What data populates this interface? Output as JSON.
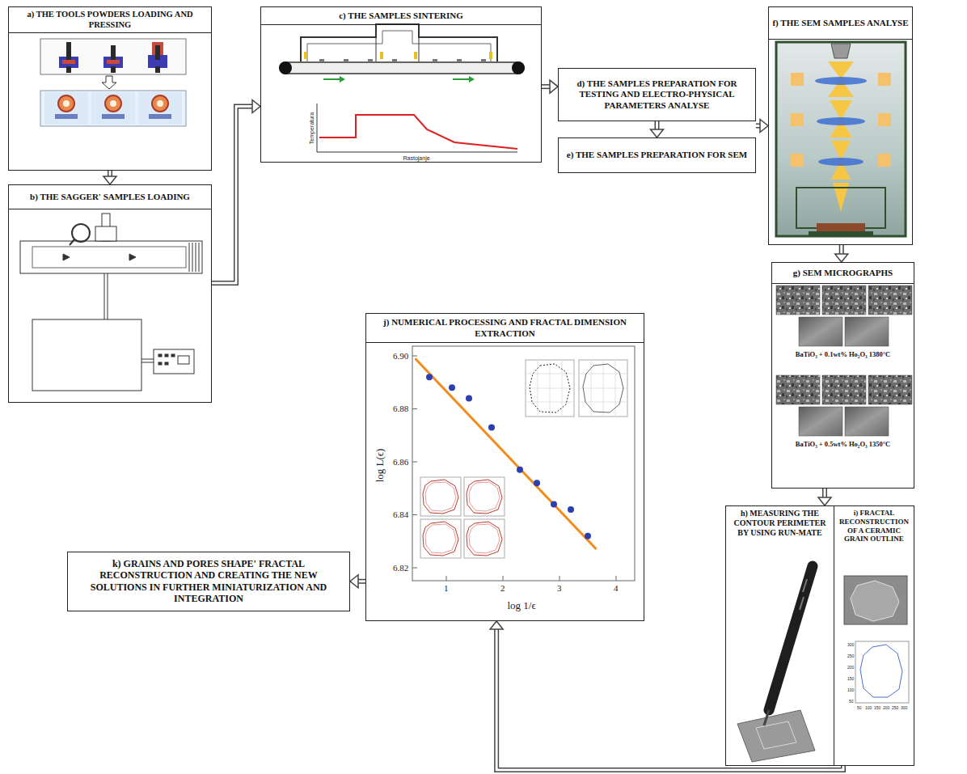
{
  "diagram": {
    "nodes": [
      {
        "text": [
          "a) THE TOOLS POWDERS LOADING AND PRESSING"
        ]
      },
      {
        "text": [
          "b) THE SAGGER' SAMPLES LOADING"
        ]
      },
      {
        "text": [
          "c) THE SAMPLES SINTERING"
        ]
      },
      {
        "text": [
          "d) THE SAMPLES PREPARATION FOR TESTING AND ELECTRO-PHYSICAL PARAMETERS ANALYSE"
        ]
      },
      {
        "text": [
          "e) THE SAMPLES PREPARATION FOR SEM"
        ]
      },
      {
        "text": [
          "f) THE SEM SAMPLES ANALYSE"
        ]
      },
      {
        "text": [
          "g) SEM MICROGRAPHS",
          "BaTiO₃ + 0.1wt% Ho₂O₃ 1380°C",
          "BaTiO₃ + 0.5wt% Ho₂O₃ 1350°C"
        ]
      },
      {
        "text": [
          "h) MEASURING THE CONTOUR PERIMETER BY USING RUN-MATE"
        ]
      },
      {
        "text": [
          "i) FRACTAL RECONSTRUCTION OF A CERAMIC GRAIN OUTLINE"
        ]
      },
      {
        "text": [
          "j) NUMERICAL PROCESSING AND FRACTAL DIMENSION EXTRACTION"
        ]
      },
      {
        "text": [
          "k) GRAINS AND PORES SHAPE' FRACTAL RECONSTRUCTION AND CREATING THE NEW SOLUTIONS IN FURTHER MINIATURIZATION AND INTEGRATION"
        ]
      }
    ],
    "edges": [
      {
        "from": 0,
        "to": 1,
        "arrow": "to"
      },
      {
        "from": 1,
        "to": 2,
        "arrow": "to"
      },
      {
        "from": 2,
        "to": 3,
        "arrow": "to"
      },
      {
        "from": 3,
        "to": 4,
        "arrow": "to"
      },
      {
        "from": 4,
        "to": 5,
        "arrow": "to"
      },
      {
        "from": 5,
        "to": 6,
        "arrow": "to"
      },
      {
        "from": 6,
        "to": 7,
        "arrow": "to"
      },
      {
        "from": 8,
        "to": 9,
        "arrow": "to"
      },
      {
        "from": 9,
        "to": 10,
        "arrow": "to"
      }
    ],
    "labels": [
      "Temperatura",
      "Rastojanje",
      "300",
      "250",
      "200",
      "150",
      "100",
      "50",
      "50",
      "100",
      "150",
      "200",
      "250",
      "300",
      "6.90",
      "6.88",
      "6.86",
      "6.84",
      "6.82",
      "1",
      "2",
      "3",
      "4",
      "log L(ϵ)",
      "log 1/ϵ"
    ]
  }
}
